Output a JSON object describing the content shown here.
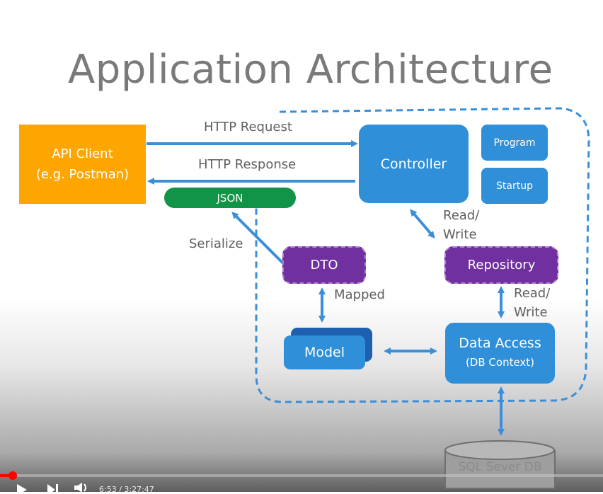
{
  "slide": {
    "title": "Application Architecture",
    "api_client_line1": "API Client",
    "api_client_line2": "(e.g. Postman)",
    "http_request": "HTTP Request",
    "http_response": "HTTP Response",
    "json": "JSON",
    "serialize": "Serialize",
    "controller": "Controller",
    "program": "Program",
    "startup": "Startup",
    "read_write_1_a": "Read/",
    "read_write_1_b": "Write",
    "dto": "DTO",
    "repository": "Repository",
    "mapped": "Mapped",
    "read_write_2_a": "Read/",
    "read_write_2_b": "Write",
    "model": "Model",
    "data_access": "Data Access",
    "db_context": "(DB Context)",
    "database": "SQL Sever DB"
  },
  "player": {
    "time": "6:53 / 3:27:47",
    "progress_fraction": 0.021
  },
  "colors": {
    "orange": "#fda500",
    "blue": "#2f8fd8",
    "purple": "#7030a0",
    "green": "#119447",
    "arrow": "#3b8fd8"
  }
}
